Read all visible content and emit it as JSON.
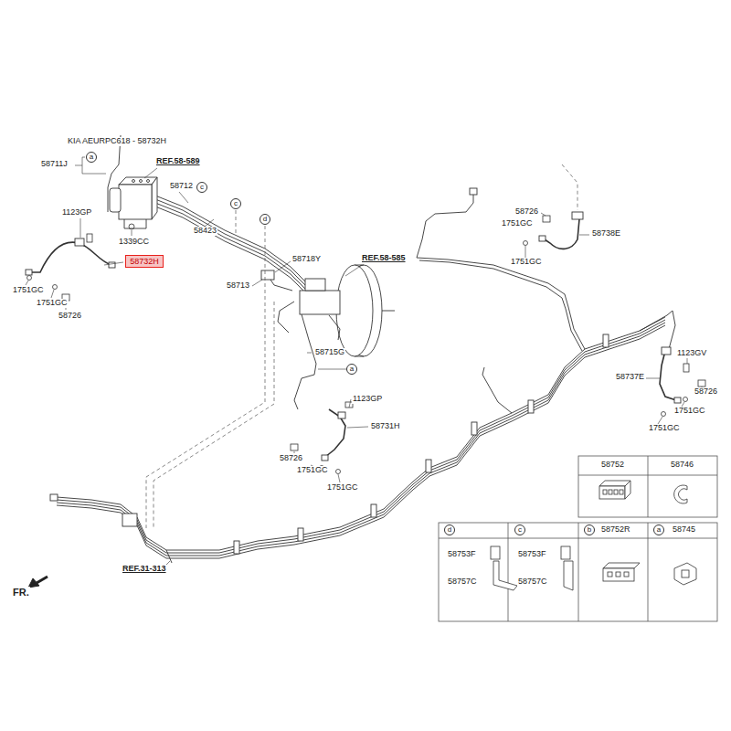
{
  "diagram": {
    "nodes": [
      {
        "text": [
          "a"
        ]
      },
      {
        "text": [
          "c"
        ]
      },
      {
        "text": [
          "c"
        ]
      },
      {
        "text": [
          "d"
        ]
      },
      {
        "text": [
          "58732H"
        ]
      },
      {
        "text": [
          "a"
        ]
      },
      {
        "text": [
          "d"
        ]
      },
      {
        "text": [
          "c"
        ]
      },
      {
        "text": [
          "b"
        ]
      },
      {
        "text": [
          "a"
        ]
      }
    ],
    "labels": [
      "KIA AEURPC618 - 58732H",
      "REF.58-589",
      "58711J",
      "58712",
      "58726",
      "1751GC",
      "1123GP",
      "58423",
      "58738E",
      "1339CC",
      "58718Y",
      "REF.58-585",
      "1751GC",
      "58713",
      "1751GC",
      "1751GC",
      "58726",
      "58715G",
      "1123GV",
      "58737E",
      "58726",
      "1123GP",
      "1751GC",
      "58731H",
      "1751GC",
      "58726",
      "58752",
      "58746",
      "1751GC",
      "1751GC",
      "58752R",
      "58745",
      "58753F",
      "58753F",
      "REF.31-313",
      "58757C",
      "58757C",
      "FR."
    ]
  }
}
